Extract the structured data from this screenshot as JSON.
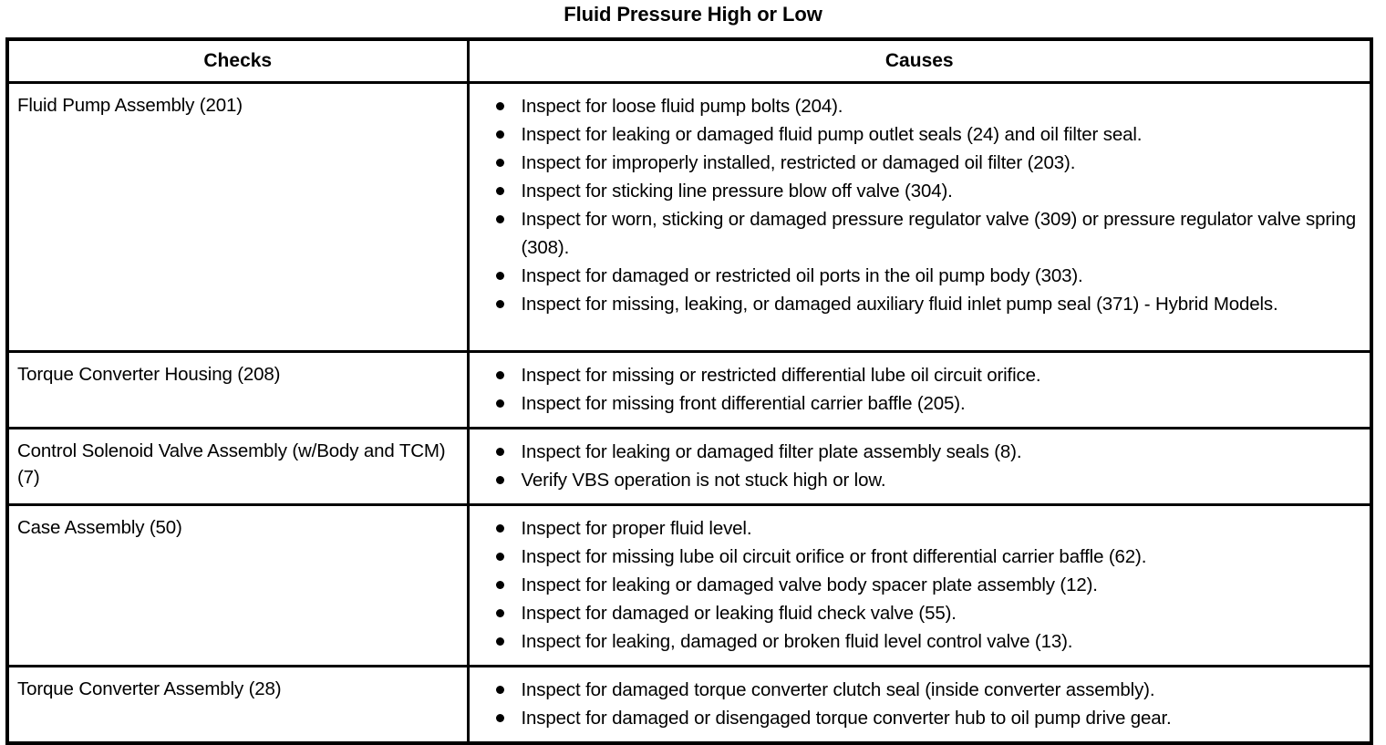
{
  "document": {
    "title": "Fluid Pressure High or Low"
  },
  "table": {
    "columns": [
      {
        "key": "checks",
        "header": "Checks"
      },
      {
        "key": "causes",
        "header": "Causes"
      }
    ],
    "rows": [
      {
        "check": "Fluid Pump Assembly (201)",
        "causes": [
          "Inspect for loose fluid pump bolts (204).",
          "Inspect for leaking or damaged fluid pump outlet seals (24) and oil filter seal.",
          "Inspect for improperly installed, restricted or damaged oil filter (203).",
          "Inspect for sticking line pressure blow off valve (304).",
          "Inspect for worn, sticking or damaged pressure regulator valve (309) or pressure regulator valve spring (308).",
          "Inspect for damaged or restricted oil ports in the oil pump body (303).",
          "Inspect for missing, leaking, or damaged auxiliary fluid inlet pump seal (371) - Hybrid Models."
        ]
      },
      {
        "check": "Torque Converter Housing (208)",
        "causes": [
          "Inspect for missing or restricted differential lube oil circuit orifice.",
          "Inspect for missing front differential carrier baffle (205)."
        ]
      },
      {
        "check": "Control Solenoid Valve Assembly (w/Body and TCM) (7)",
        "causes": [
          "Inspect for leaking or damaged filter plate assembly seals (8).",
          "Verify VBS operation is not stuck high or low."
        ]
      },
      {
        "check": "Case Assembly (50)",
        "causes": [
          "Inspect for proper fluid level.",
          "Inspect for missing lube oil circuit orifice or front differential carrier baffle (62).",
          "Inspect for leaking or damaged valve body spacer plate assembly (12).",
          "Inspect for damaged or leaking fluid check valve (55).",
          "Inspect for leaking, damaged or broken fluid level control valve (13)."
        ]
      },
      {
        "check": "Torque Converter Assembly (28)",
        "causes": [
          "Inspect for damaged torque converter clutch seal (inside converter assembly).",
          "Inspect for damaged or disengaged torque converter hub to oil pump drive gear."
        ]
      }
    ]
  },
  "colors": {
    "text": "#000000",
    "background": "#ffffff",
    "border": "#000000"
  }
}
